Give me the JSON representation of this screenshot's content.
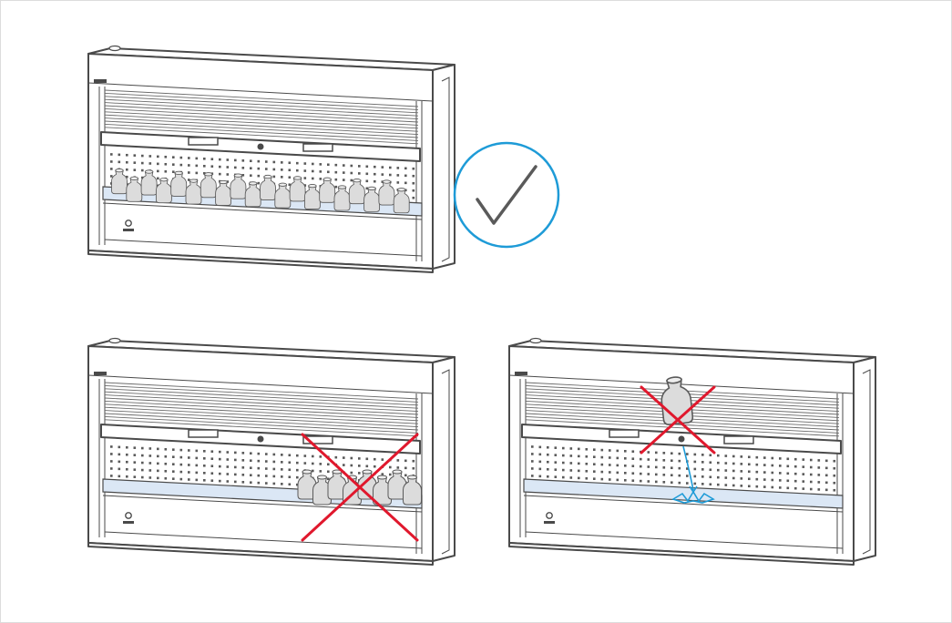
{
  "figure": {
    "panels": [
      {
        "id": "correct",
        "status": "correct",
        "weights_row": "full",
        "mark": "check-icon"
      },
      {
        "id": "overloaded-right",
        "status": "incorrect",
        "weights_row": "grouped-right",
        "mark": "cross-icon"
      },
      {
        "id": "dropped-weight",
        "status": "incorrect",
        "weights_row": "none",
        "mark": "cross-icon"
      }
    ],
    "colors": {
      "outline": "#4a4a4a",
      "shelf": "#dbe7f5",
      "weight": "#dcdcdc",
      "cross": "#e0182d",
      "accent": "#1e9bd7"
    }
  }
}
